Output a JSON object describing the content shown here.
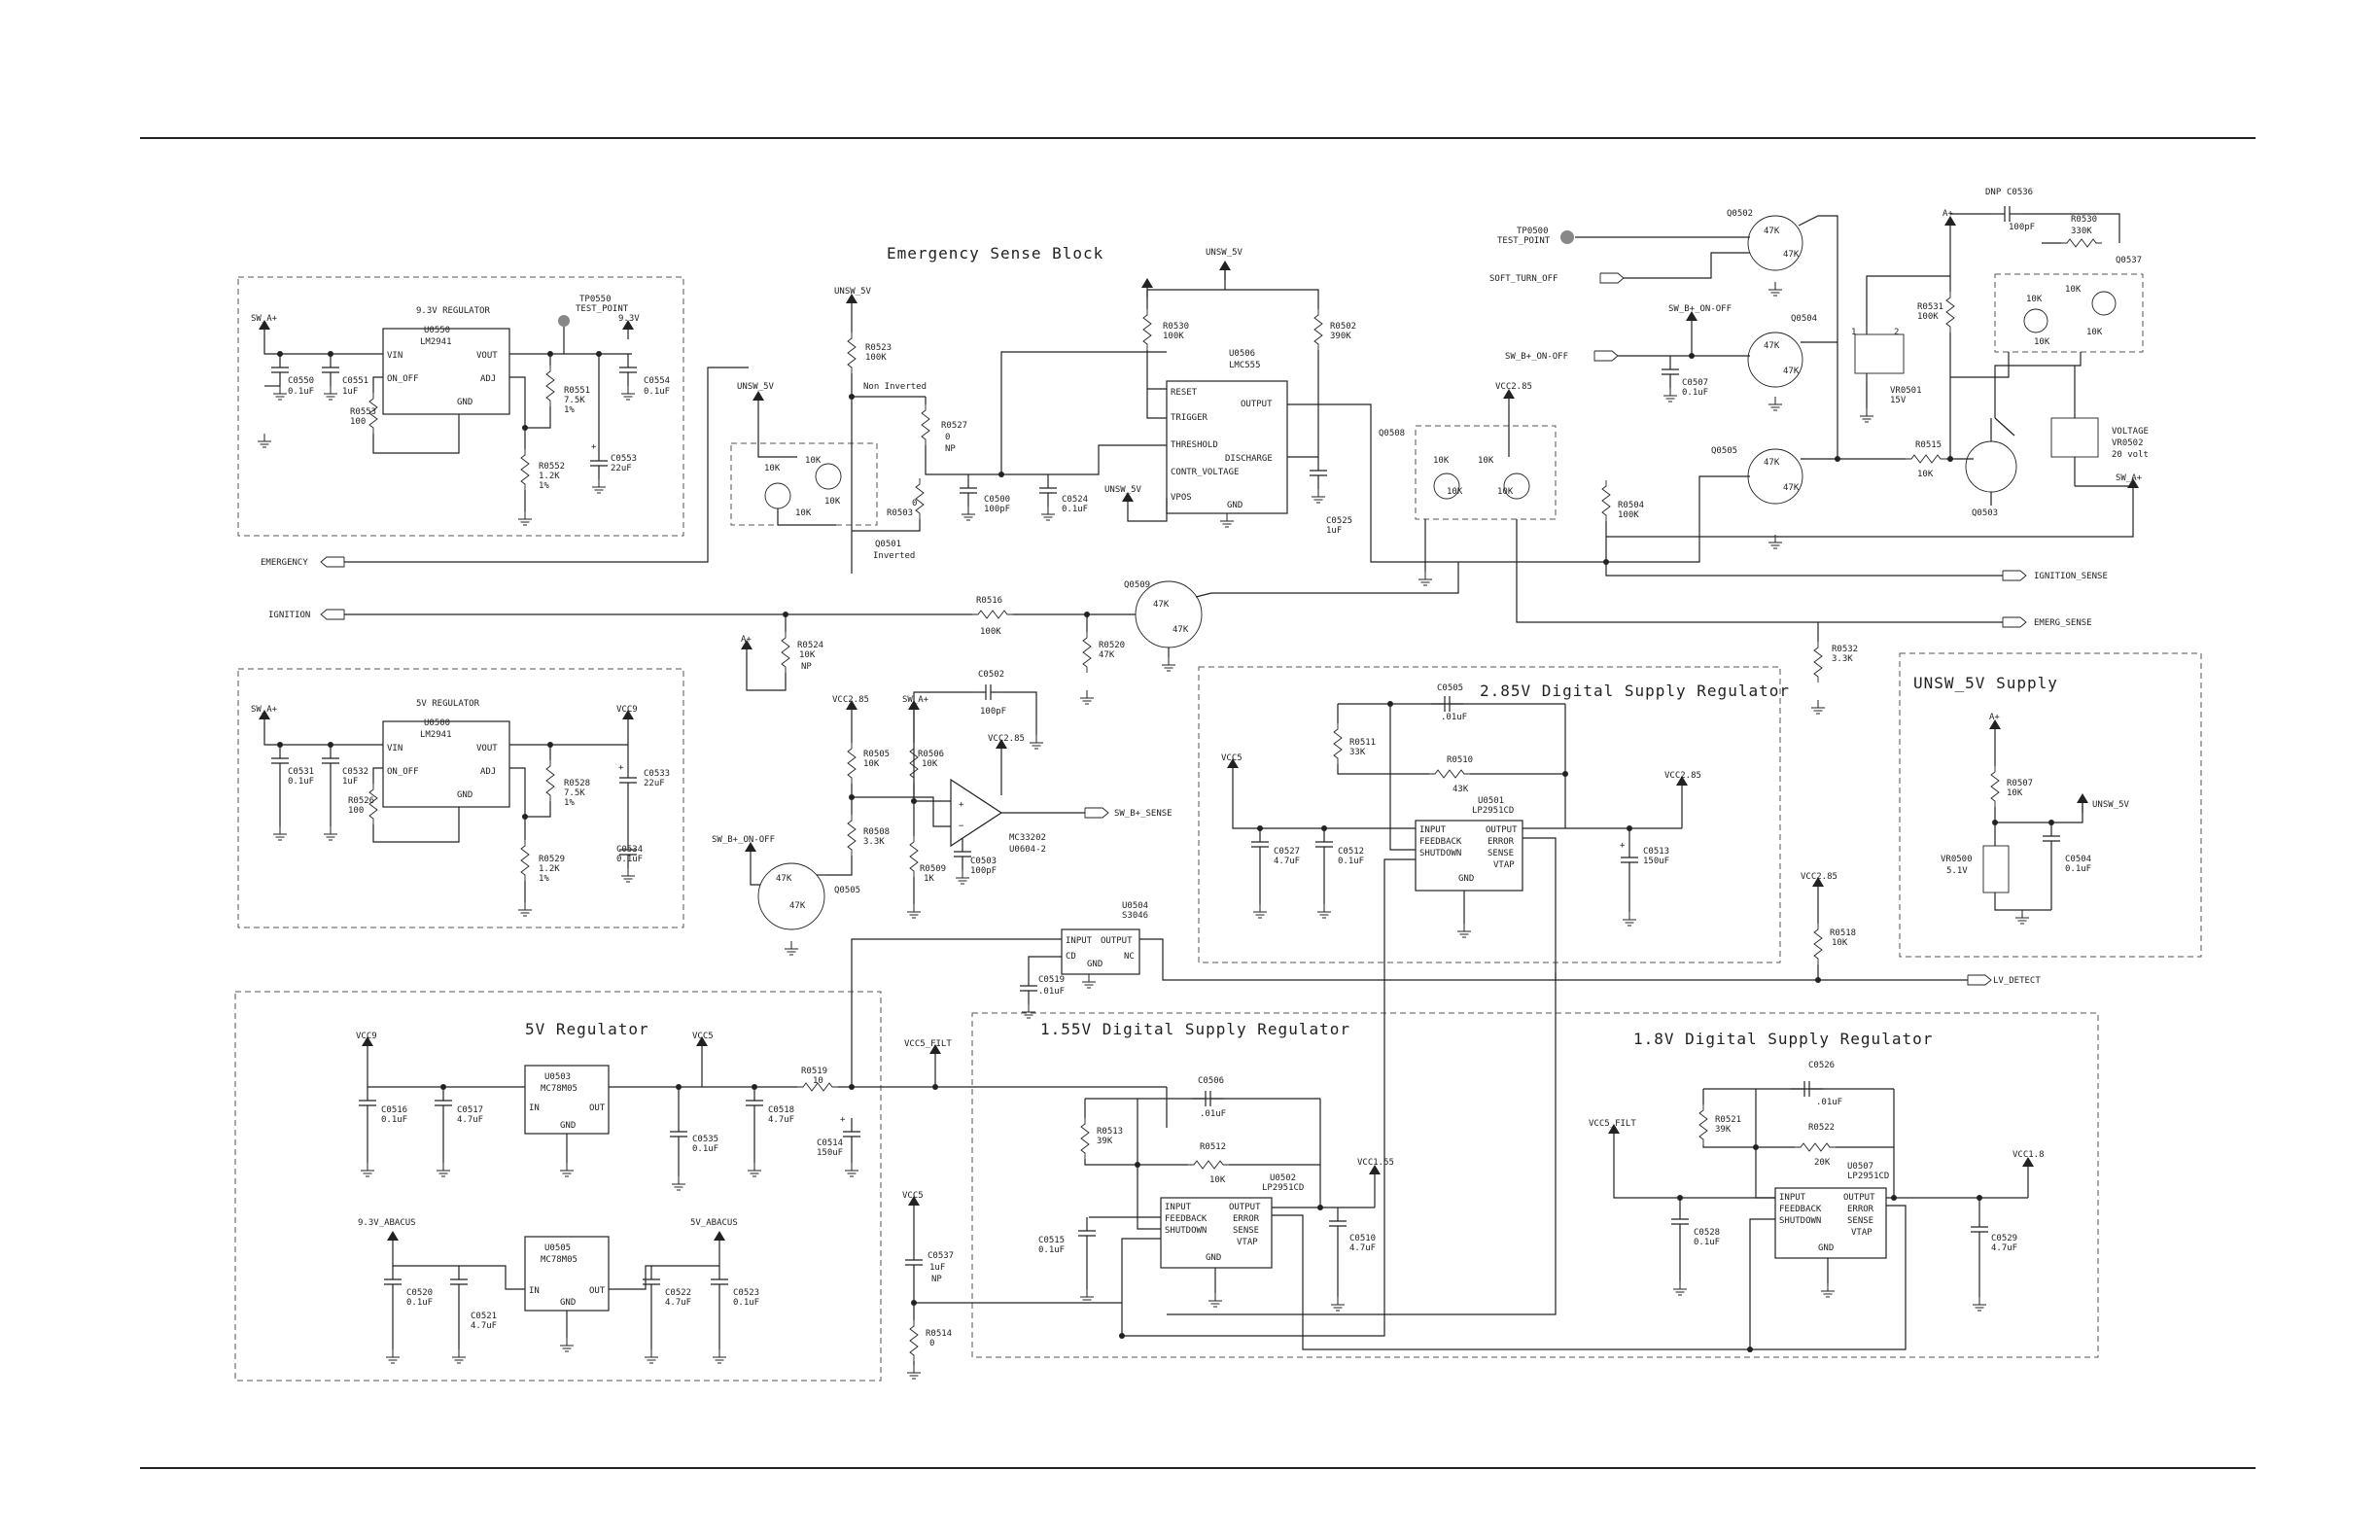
{
  "blocks": {
    "emergency_sense": "Emergency Sense Block",
    "digital_285": "2.85V Digital Supply Regulator",
    "unsw_5v": "UNSW_5V Supply",
    "reg_5v": "5V Regulator",
    "digital_155": "1.55V Digital Supply Regulator",
    "digital_18": "1.8V Digital Supply Regulator"
  },
  "ports": {
    "emergency": "EMERGENCY",
    "ignition": "IGNITION",
    "soft_turn_off": "SOFT_TURN_OFF",
    "sw_b_on_off": "SW_B+_ON-OFF",
    "ignition_sense": "IGNITION_SENSE",
    "emerg_sense": "EMERG_SENSE",
    "sw_b_sense": "SW_B+_SENSE",
    "lv_detect": "LV_DETECT"
  },
  "rails": {
    "sw_a": "SW_A+",
    "unsw_5v": "UNSW_5V",
    "v93": "9.3V",
    "vcc9": "VCC9",
    "vcc5": "VCC5",
    "vcc285": "VCC2.85",
    "a_plus": "A+",
    "vcc5_filt": "VCC5_FILT",
    "vcc155": "VCC1.55",
    "vcc18": "VCC1.8",
    "v93_abacus": "9.3V_ABACUS",
    "v5_abacus": "5V_ABACUS",
    "sw_b_on_off": "SW_B+_ON-OFF",
    "vcc285b": "VCC2.85"
  },
  "ics": {
    "u0550": {
      "title": "9.3V REGULATOR",
      "ref": "U0550",
      "part": "LM2941",
      "pins": [
        "VIN",
        "VOUT",
        "ON_OFF",
        "ADJ",
        "GND"
      ]
    },
    "u0500": {
      "title": "5V REGULATOR",
      "ref": "U0500",
      "part": "LM2941",
      "pins": [
        "VIN",
        "VOUT",
        "ON_OFF",
        "ADJ",
        "GND"
      ]
    },
    "u0506": {
      "ref": "U0506",
      "part": "LMC555",
      "pins": [
        "RESET",
        "OUTPUT",
        "TRIGGER",
        "THRESHOLD",
        "DISCHARGE",
        "CONTR_VOLTAGE",
        "VPOS",
        "GND"
      ]
    },
    "u0501": {
      "ref": "U0501",
      "part": "LP2951CD",
      "pins": [
        "INPUT",
        "OUTPUT",
        "FEEDBACK",
        "ERROR",
        "SHUTDOWN",
        "SENSE",
        "VTAP",
        "GND"
      ]
    },
    "u0502": {
      "ref": "U0502",
      "part": "LP2951CD",
      "pins": [
        "INPUT",
        "OUTPUT",
        "FEEDBACK",
        "ERROR",
        "SHUTDOWN",
        "SENSE",
        "VTAP",
        "GND"
      ]
    },
    "u0507": {
      "ref": "U0507",
      "part": "LP2951CD",
      "pins": [
        "INPUT",
        "OUTPUT",
        "FEEDBACK",
        "ERROR",
        "SHUTDOWN",
        "SENSE",
        "VTAP",
        "GND"
      ]
    },
    "u0503": {
      "ref": "U0503",
      "part": "MC78M05",
      "pins": [
        "IN",
        "OUT",
        "GND"
      ]
    },
    "u0505": {
      "ref": "U0505",
      "part": "MC78M05",
      "pins": [
        "IN",
        "OUT",
        "GND"
      ]
    },
    "u0504": {
      "ref": "U0504",
      "part": "S3046",
      "pins": [
        "INPUT",
        "OUTPUT",
        "CD",
        "GND",
        "NC"
      ]
    },
    "u0604": {
      "ref": "U0604-2",
      "part": "MC33202"
    }
  },
  "transistors": {
    "q0501": {
      "ref": "Q0501",
      "note": "Inverted",
      "r1": "10K",
      "r2": "10K",
      "r3": "10K",
      "r4": "10K"
    },
    "q0508": {
      "ref": "Q0508",
      "r1": "10K",
      "r2": "10K",
      "r3": "10K",
      "r4": "10K"
    },
    "q0502": {
      "ref": "Q0502",
      "r1": "47K",
      "r2": "47K"
    },
    "q0504": {
      "ref": "Q0504",
      "r1": "47K",
      "r2": "47K"
    },
    "q0505a": {
      "ref": "Q0505",
      "r1": "47K",
      "r2": "47K"
    },
    "q0509": {
      "ref": "Q0509",
      "r1": "47K",
      "r2": "47K"
    },
    "q0505b": {
      "ref": "Q0505",
      "r1": "47K",
      "r2": "47K"
    },
    "q0503": {
      "ref": "Q0503"
    },
    "q0537": {
      "ref": "Q0537",
      "r1": "10K",
      "r2": "10K",
      "r3": "10K",
      "r4": "10K"
    }
  },
  "tp0550": {
    "ref": "TP0550",
    "name": "TEST_POINT"
  },
  "tp0500": {
    "ref": "TP0500",
    "name": "TEST_POINT"
  },
  "non_inverted": "Non Inverted",
  "parts": {
    "c0550": [
      "C0550",
      "0.1uF"
    ],
    "c0551": [
      "C0551",
      "1uF"
    ],
    "r0553": [
      "R0553",
      "100"
    ],
    "r0551": [
      "R0551",
      "7.5K",
      "1%"
    ],
    "r0552": [
      "R0552",
      "1.2K",
      "1%"
    ],
    "c0554": [
      "C0554",
      "0.1uF"
    ],
    "c0553": [
      "C0553",
      "22uF"
    ],
    "r0523": [
      "R0523",
      "100K"
    ],
    "r0527": [
      "R0527",
      "0",
      "NP"
    ],
    "r0503": [
      "R0503",
      "0"
    ],
    "c0500": [
      "C0500",
      "100pF"
    ],
    "c0524": [
      "C0524",
      "0.1uF"
    ],
    "r0530": [
      "R0530",
      "100K"
    ],
    "r0502": [
      "R0502",
      "390K"
    ],
    "c0525": [
      "C0525",
      "1uF"
    ],
    "r0504": [
      "R0504",
      "100K"
    ],
    "c0507": [
      "C0507",
      "0.1uF"
    ],
    "r0531": [
      "R0531",
      "100K"
    ],
    "vr0501": [
      "VR0501",
      "15V"
    ],
    "r0515": [
      "R0515",
      "10K"
    ],
    "c0536": [
      "C0536",
      "100pF",
      "DNP"
    ],
    "r0530b": [
      "R0530",
      "330K"
    ],
    "vr0502": [
      "VOLTAGE",
      "VR0502",
      "20 volt"
    ],
    "r0516": [
      "R0516",
      "100K"
    ],
    "r0524": [
      "R0524",
      "10K",
      "NP"
    ],
    "r0520": [
      "R0520",
      "47K"
    ],
    "r0532": [
      "R0532",
      "3.3K"
    ],
    "c0531": [
      "C0531",
      "0.1uF"
    ],
    "c0532": [
      "C0532",
      "1uF"
    ],
    "r0526": [
      "R0526",
      "100"
    ],
    "r0528": [
      "R0528",
      "7.5K",
      "1%"
    ],
    "r0529": [
      "R0529",
      "1.2K",
      "1%"
    ],
    "c0533": [
      "C0533",
      "22uF"
    ],
    "c0534": [
      "C0534",
      "0.1uF"
    ],
    "r0505": [
      "R0505",
      "10K"
    ],
    "r0506": [
      "R0506",
      "10K"
    ],
    "r0508": [
      "R0508",
      "3.3K"
    ],
    "r0509": [
      "R0509",
      "1K"
    ],
    "c0502": [
      "C0502",
      "100pF"
    ],
    "c0503": [
      "C0503",
      "100pF"
    ],
    "c0505": [
      "C0505",
      ".01uF"
    ],
    "r0511": [
      "R0511",
      "33K"
    ],
    "r0510": [
      "R0510",
      "43K"
    ],
    "c0527": [
      "C0527",
      "4.7uF"
    ],
    "c0512": [
      "C0512",
      "0.1uF"
    ],
    "c0513": [
      "C0513",
      "150uF"
    ],
    "r0507": [
      "R0507",
      "10K"
    ],
    "vr0500": [
      "VR0500",
      "5.1V"
    ],
    "c0504": [
      "C0504",
      "0.1uF"
    ],
    "r0518": [
      "R0518",
      "10K"
    ],
    "c0519": [
      "C0519",
      ".01uF"
    ],
    "c0516": [
      "C0516",
      "0.1uF"
    ],
    "c0517": [
      "C0517",
      "4.7uF"
    ],
    "c0535": [
      "C0535",
      "0.1uF"
    ],
    "c0518": [
      "C0518",
      "4.7uF"
    ],
    "r0519": [
      "R0519",
      "10"
    ],
    "c0514": [
      "C0514",
      "150uF"
    ],
    "c0520": [
      "C0520",
      "0.1uF"
    ],
    "c0521": [
      "C0521",
      "4.7uF"
    ],
    "c0522": [
      "C0522",
      "4.7uF"
    ],
    "c0523": [
      "C0523",
      "0.1uF"
    ],
    "c0537": [
      "C0537",
      "1uF",
      "NP"
    ],
    "r0514": [
      "R0514",
      "0"
    ],
    "c0506": [
      "C0506",
      ".01uF"
    ],
    "r0513": [
      "R0513",
      "39K"
    ],
    "r0512": [
      "R0512",
      "10K"
    ],
    "c0515": [
      "C0515",
      "0.1uF"
    ],
    "c0510": [
      "C0510",
      "4.7uF"
    ],
    "c0526": [
      "C0526",
      ".01uF"
    ],
    "r0521": [
      "R0521",
      "39K"
    ],
    "r0522": [
      "R0522",
      "20K"
    ],
    "c0528": [
      "C0528",
      "0.1uF"
    ],
    "c0529": [
      "C0529",
      "4.7uF"
    ]
  }
}
